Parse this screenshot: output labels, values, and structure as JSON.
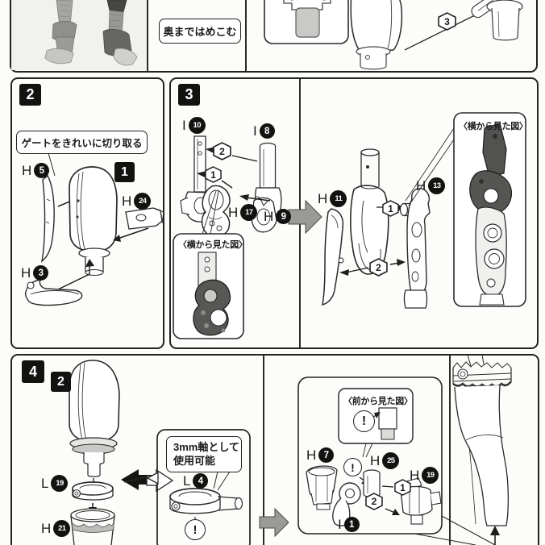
{
  "colors": {
    "ink": "#222220",
    "paper": "#fcfcfa",
    "gray_arrow": "#9a9a98",
    "dark_part_fill": "#575755",
    "light_part_fill": "#ededeb"
  },
  "icons": {
    "step_arrow": "gray-block-arrow-right",
    "warning_symbol": "!",
    "swap_arrows": "black-left-arrow-white-right-arrow"
  },
  "top": {
    "callout": "奥まではめこむ",
    "hex_marker": "3"
  },
  "step2": {
    "badge": "2",
    "callout": "ゲートをきれいに切り取る",
    "sub_badge": "1",
    "parts": {
      "h5": {
        "letter": "H",
        "num": "5"
      },
      "h24": {
        "letter": "H",
        "num": "24"
      },
      "h3": {
        "letter": "H",
        "num": "3"
      }
    }
  },
  "step3": {
    "badge": "3",
    "side_view_label": "〈横から見た図〉",
    "marker_1": "1",
    "marker_2": "2",
    "parts": {
      "i10": {
        "letter": "I",
        "num": "10"
      },
      "i8": {
        "letter": "I",
        "num": "8"
      },
      "h17": {
        "letter": "H",
        "num": "17"
      },
      "h9": {
        "letter": "H",
        "num": "9"
      },
      "h11": {
        "letter": "H",
        "num": "11"
      },
      "h13": {
        "letter": "H",
        "num": "13"
      }
    }
  },
  "step4": {
    "badge": "4",
    "sub_badge": "2",
    "callout": {
      "line1": "3mm軸として",
      "line2": "使用可能"
    },
    "front_view_label": "〈前から見た図〉",
    "warning": "!",
    "marker_1": "1",
    "marker_2": "2",
    "parts": {
      "l19": {
        "letter": "L",
        "num": "19"
      },
      "h21": {
        "letter": "H",
        "num": "21"
      },
      "l4": {
        "letter": "L",
        "num": "4"
      },
      "h7": {
        "letter": "H",
        "num": "7"
      },
      "h25": {
        "letter": "H",
        "num": "25"
      },
      "h19": {
        "letter": "H",
        "num": "19"
      },
      "i1": {
        "letter": "I",
        "num": "1"
      }
    }
  }
}
